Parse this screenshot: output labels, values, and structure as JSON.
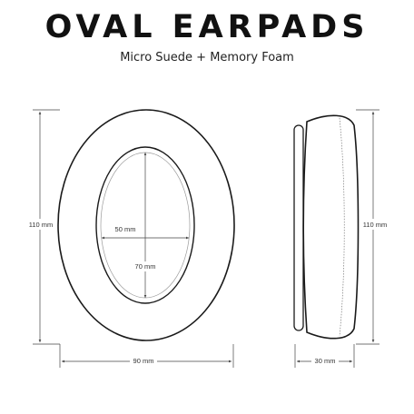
{
  "header": {
    "title": "OVAL EARPADS",
    "subtitle": "Micro Suede + Memory Foam"
  },
  "front_view": {
    "height_label": "110 mm",
    "width_label": "90 mm",
    "inner_width_label": "50 mm",
    "inner_height_label": "70 mm"
  },
  "side_view": {
    "height_label": "110 mm",
    "depth_label": "30 mm"
  },
  "colors": {
    "outline": "#1a1a1a",
    "dimension_line": "#444444",
    "inner_guide": "#9a9a9a"
  }
}
